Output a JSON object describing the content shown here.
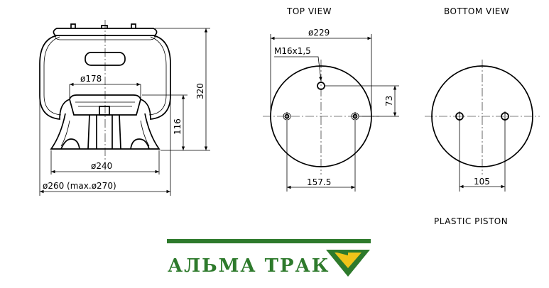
{
  "views": {
    "top_view_title": "TOP VIEW",
    "bottom_view_title": "BOTTOM VIEW",
    "piston_note": "PLASTIC PISTON"
  },
  "dimensions": {
    "d178": "ø178",
    "d240": "ø240",
    "d260": "ø260 (max.ø270)",
    "h320": "320",
    "h116": "116",
    "d229": "ø229",
    "thread": "M16x1,5",
    "off73": "73",
    "span157": "157.5",
    "span105": "105"
  },
  "logo": {
    "text": "АЛЬМА ТРАК",
    "green": "#2e7a2c",
    "yellow": "#f0c419"
  }
}
